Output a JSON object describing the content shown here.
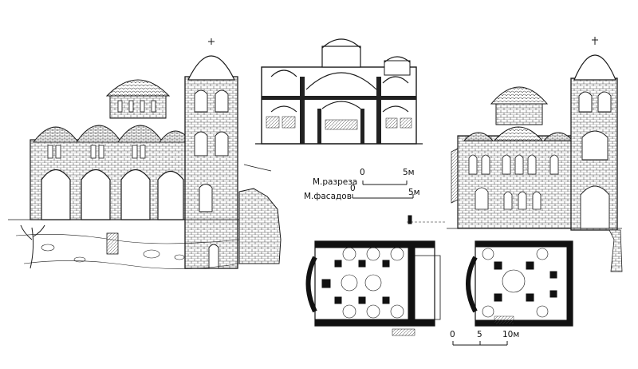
{
  "scale_section": {
    "label": "М.разреза",
    "tick_start": "0",
    "tick_end": "5м"
  },
  "scale_facades": {
    "label": "М.фасадов",
    "tick_start": "0",
    "tick_end": "5м"
  },
  "scale_plans": {
    "tick_start": "0",
    "tick_mid": "5",
    "tick_end": "10м"
  },
  "colors": {
    "ink": "#1a1a1a",
    "paper": "#ffffff",
    "stone": "#6b6b6b"
  },
  "drawings": [
    "left-facade-drawing",
    "section-drawing",
    "right-facade-drawing",
    "plan-left",
    "plan-right"
  ]
}
